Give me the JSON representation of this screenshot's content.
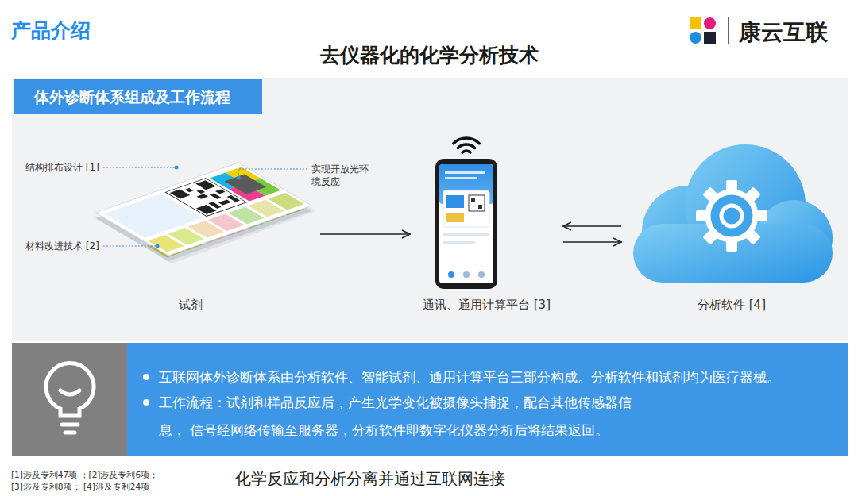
{
  "diagram": {
    "title": "去仪器化的化学分析技术",
    "caption": "化学反应和分析分离并通过互联网连接",
    "nodes": [
      {
        "text": [
          "体外诊断体系组成及工作流程"
        ]
      },
      {
        "text": [
          "试剂"
        ],
        "in": 0
      },
      {
        "text": [
          "通讯、通用计算平台 [3]"
        ],
        "in": 0
      },
      {
        "text": [
          "分析软件 [4]"
        ],
        "in": 0
      },
      {
        "text": [
          "互联网体外诊断体系由分析软件、智能试剂、通用计算平台三部分构成。分析软件和试剂均为医疗器械。",
          "工作流程：试剂和样品反应后，产生光学变化被摄像头捕捉，配合其他传感器信息， 信号经网络传输至服务器，分析软件即数字化仪器分析后将结果返回。"
        ]
      }
    ],
    "edges": [
      {
        "from": 1,
        "to": 2,
        "arrow": "to"
      },
      {
        "from": 2,
        "to": 3,
        "arrow": "both"
      }
    ],
    "labels": [
      "产品介绍",
      "康云互联",
      "结构排布设计 [1]",
      "实现开放光环 境反应",
      "材料改进技术 [2]",
      "[1]涉及专利47项 ；[2]涉及专利6项；",
      "[3]涉及专利8项； [4]涉及专利24项"
    ]
  }
}
